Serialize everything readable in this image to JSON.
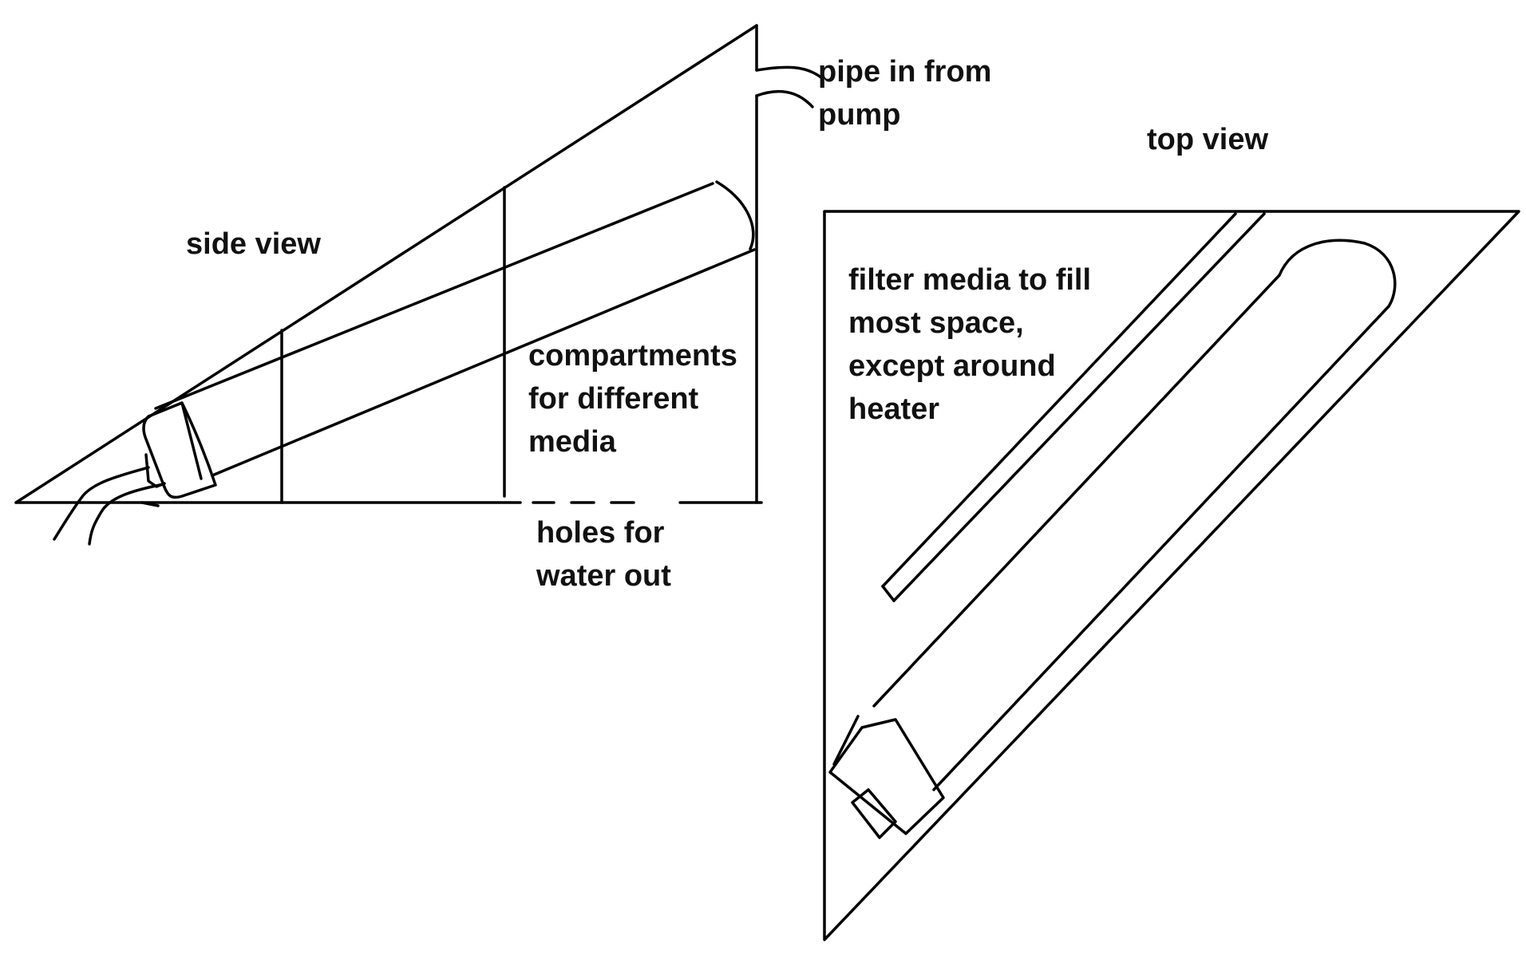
{
  "side_view": {
    "label": "side view",
    "pipe_label_line1": "pipe in from",
    "pipe_label_line2": "pump",
    "compartments_line1": "compartments",
    "compartments_line2": "for different",
    "compartments_line3": "media",
    "holes_line1": "holes for",
    "holes_line2": "water out"
  },
  "top_view": {
    "label": "top view",
    "filter_line1": "filter media to fill",
    "filter_line2": "most space,",
    "filter_line3": "except around",
    "filter_line4": "heater"
  }
}
